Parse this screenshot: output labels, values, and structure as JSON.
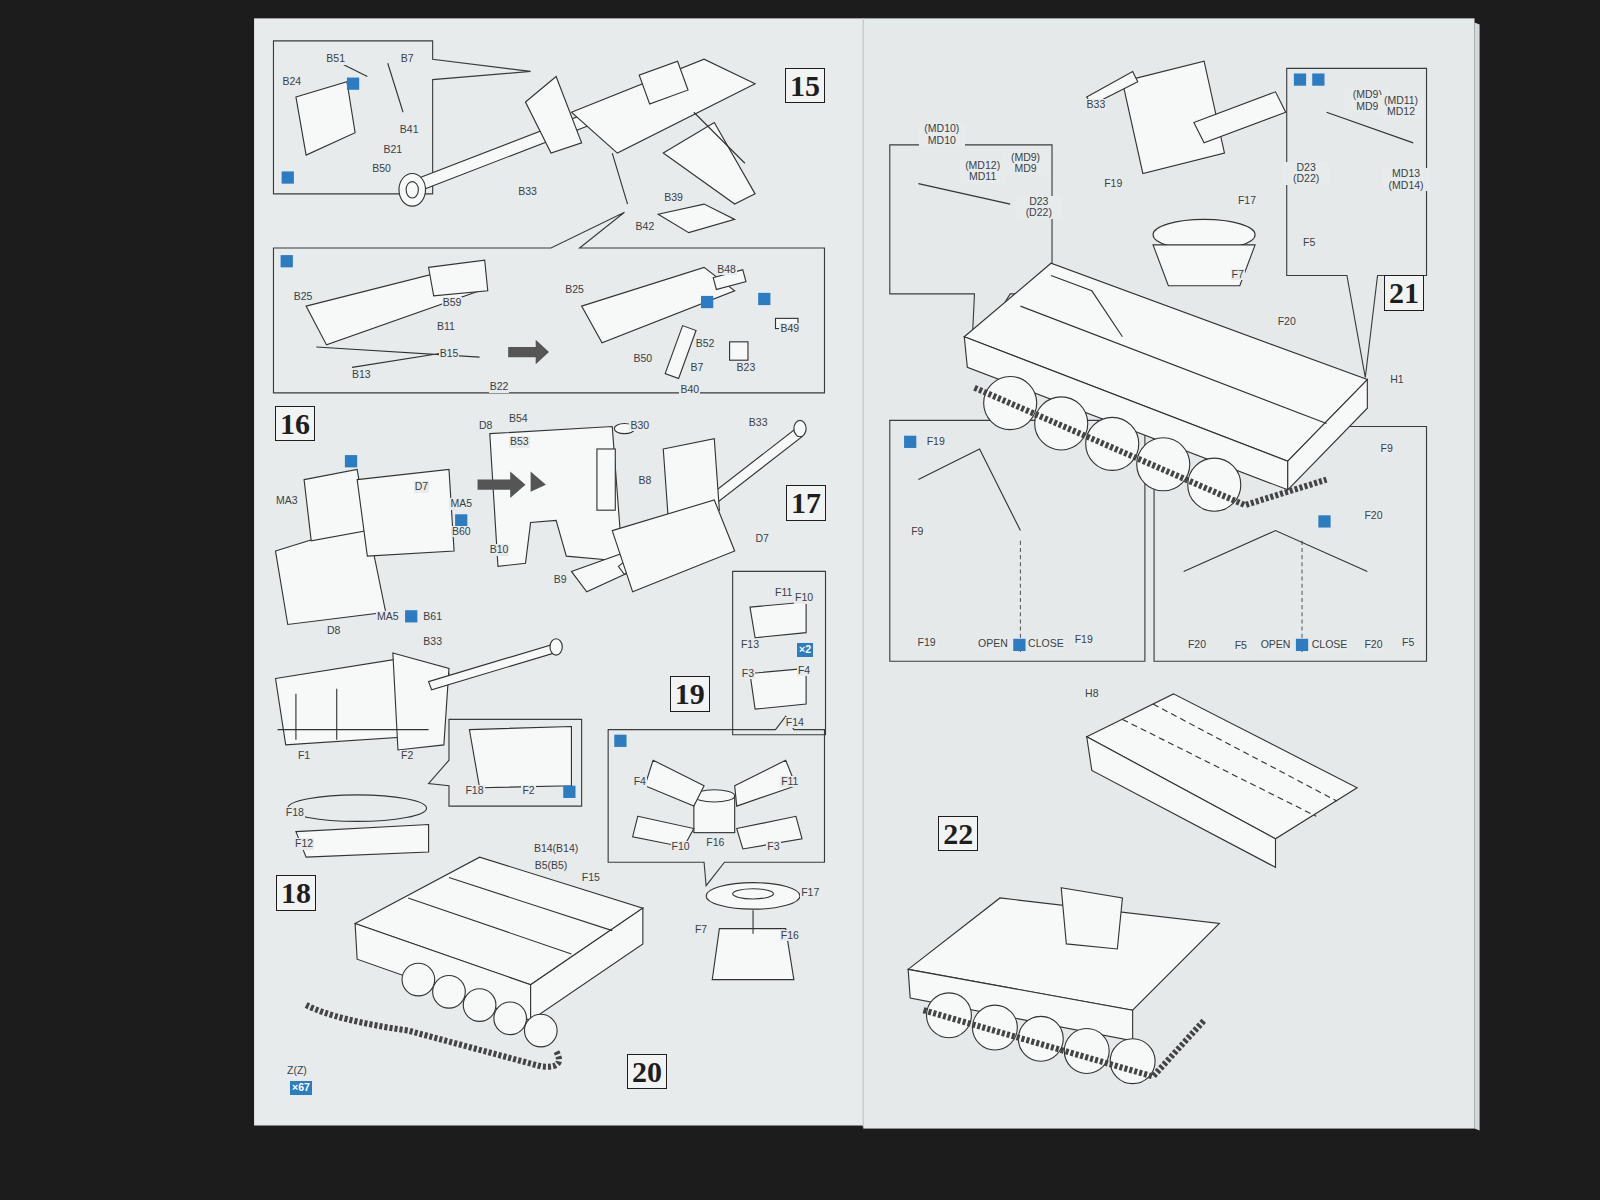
{
  "diagram": {
    "nodes": [
      {
        "text": [
          "15"
        ]
      },
      {
        "text": [
          "16"
        ]
      },
      {
        "text": [
          "17"
        ]
      },
      {
        "text": [
          "18"
        ]
      },
      {
        "text": [
          "19"
        ]
      },
      {
        "text": [
          "20"
        ]
      },
      {
        "text": [
          "21"
        ]
      },
      {
        "text": [
          "22"
        ]
      }
    ],
    "labels": [
      "B51",
      "B7",
      "B24",
      "B41",
      "B21",
      "B50",
      "B33",
      "B39",
      "B42",
      "B59",
      "B25",
      "B11",
      "B15",
      "B13",
      "B22",
      "B25",
      "B48",
      "B49",
      "B52",
      "B50",
      "B7",
      "B23",
      "B40",
      "MA3",
      "D7",
      "MA5",
      "B60",
      "MA5",
      "B61",
      "D8",
      "D8",
      "B54",
      "B53",
      "B30",
      "B8",
      "B10",
      "B9",
      "B33",
      "D7",
      "B33",
      "F1",
      "F2",
      "F18",
      "F12",
      "F18",
      "F2",
      "B14(B14)",
      "B5(B5)",
      "F15",
      "Z(Z)",
      "×67",
      "F11",
      "F10",
      "F13",
      "×2",
      "F3",
      "F4",
      "F14",
      "F4",
      "F11",
      "F10",
      "F16",
      "F3",
      "F17",
      "F7",
      "F16",
      "B33",
      "(MD10) MD10",
      "(MD12) MD11",
      "(MD9) MD9",
      "D23 (D22)",
      "F19",
      "F17",
      "F5",
      "F7",
      "F20",
      "H1",
      "(MD9) MD9",
      "(MD11) MD12",
      "D23 (D22)",
      "MD13 (MD14)",
      "F19",
      "F9",
      "F19",
      "OPEN",
      "CLOSE",
      "F19",
      "F9",
      "F20",
      "F20",
      "F5",
      "OPEN",
      "CLOSE",
      "F20",
      "F5",
      "H8"
    ]
  }
}
